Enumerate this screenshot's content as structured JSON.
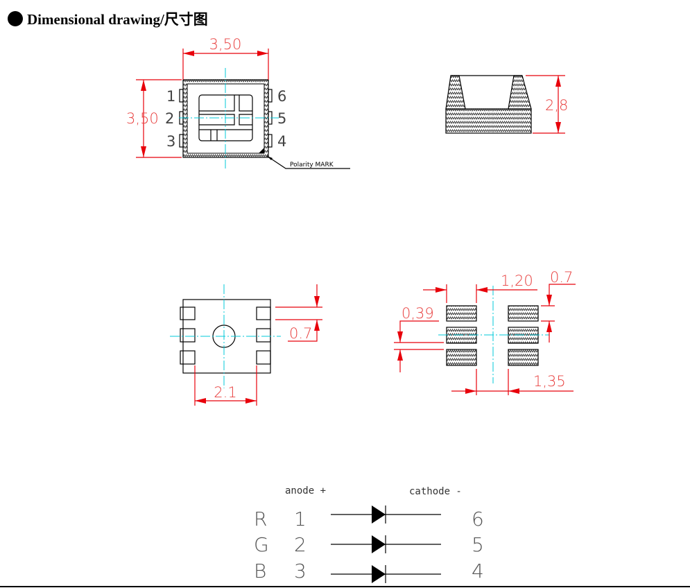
{
  "header": {
    "title": "Dimensional drawing/尺寸图",
    "bullet_icon": "filled-circle"
  },
  "top_view": {
    "width_dim": "3,50",
    "height_dim": "3,50",
    "pins_left": [
      "1",
      "2",
      "3"
    ],
    "pins_right": [
      "6",
      "5",
      "4"
    ],
    "polarity_label": "Polarity MARK"
  },
  "side_view": {
    "height_dim": "2,8"
  },
  "bottom_view": {
    "pad_spacing_dim": "2.1",
    "pad_height_dim": "0.7"
  },
  "footprint": {
    "pad_width_dim": "1,20",
    "pad_height_dim": "0.7",
    "pad_gap_dim": "0,39",
    "inner_gap_dim": "1,35"
  },
  "schematic": {
    "anode_label": "anode +",
    "cathode_label": "cathode -",
    "rows": [
      {
        "color": "R",
        "anode_pin": "1",
        "cathode_pin": "6"
      },
      {
        "color": "G",
        "anode_pin": "2",
        "cathode_pin": "5"
      },
      {
        "color": "B",
        "anode_pin": "3",
        "cathode_pin": "4"
      }
    ]
  },
  "colors": {
    "dimension": "#e8000b",
    "centerline": "#00c8d8"
  }
}
